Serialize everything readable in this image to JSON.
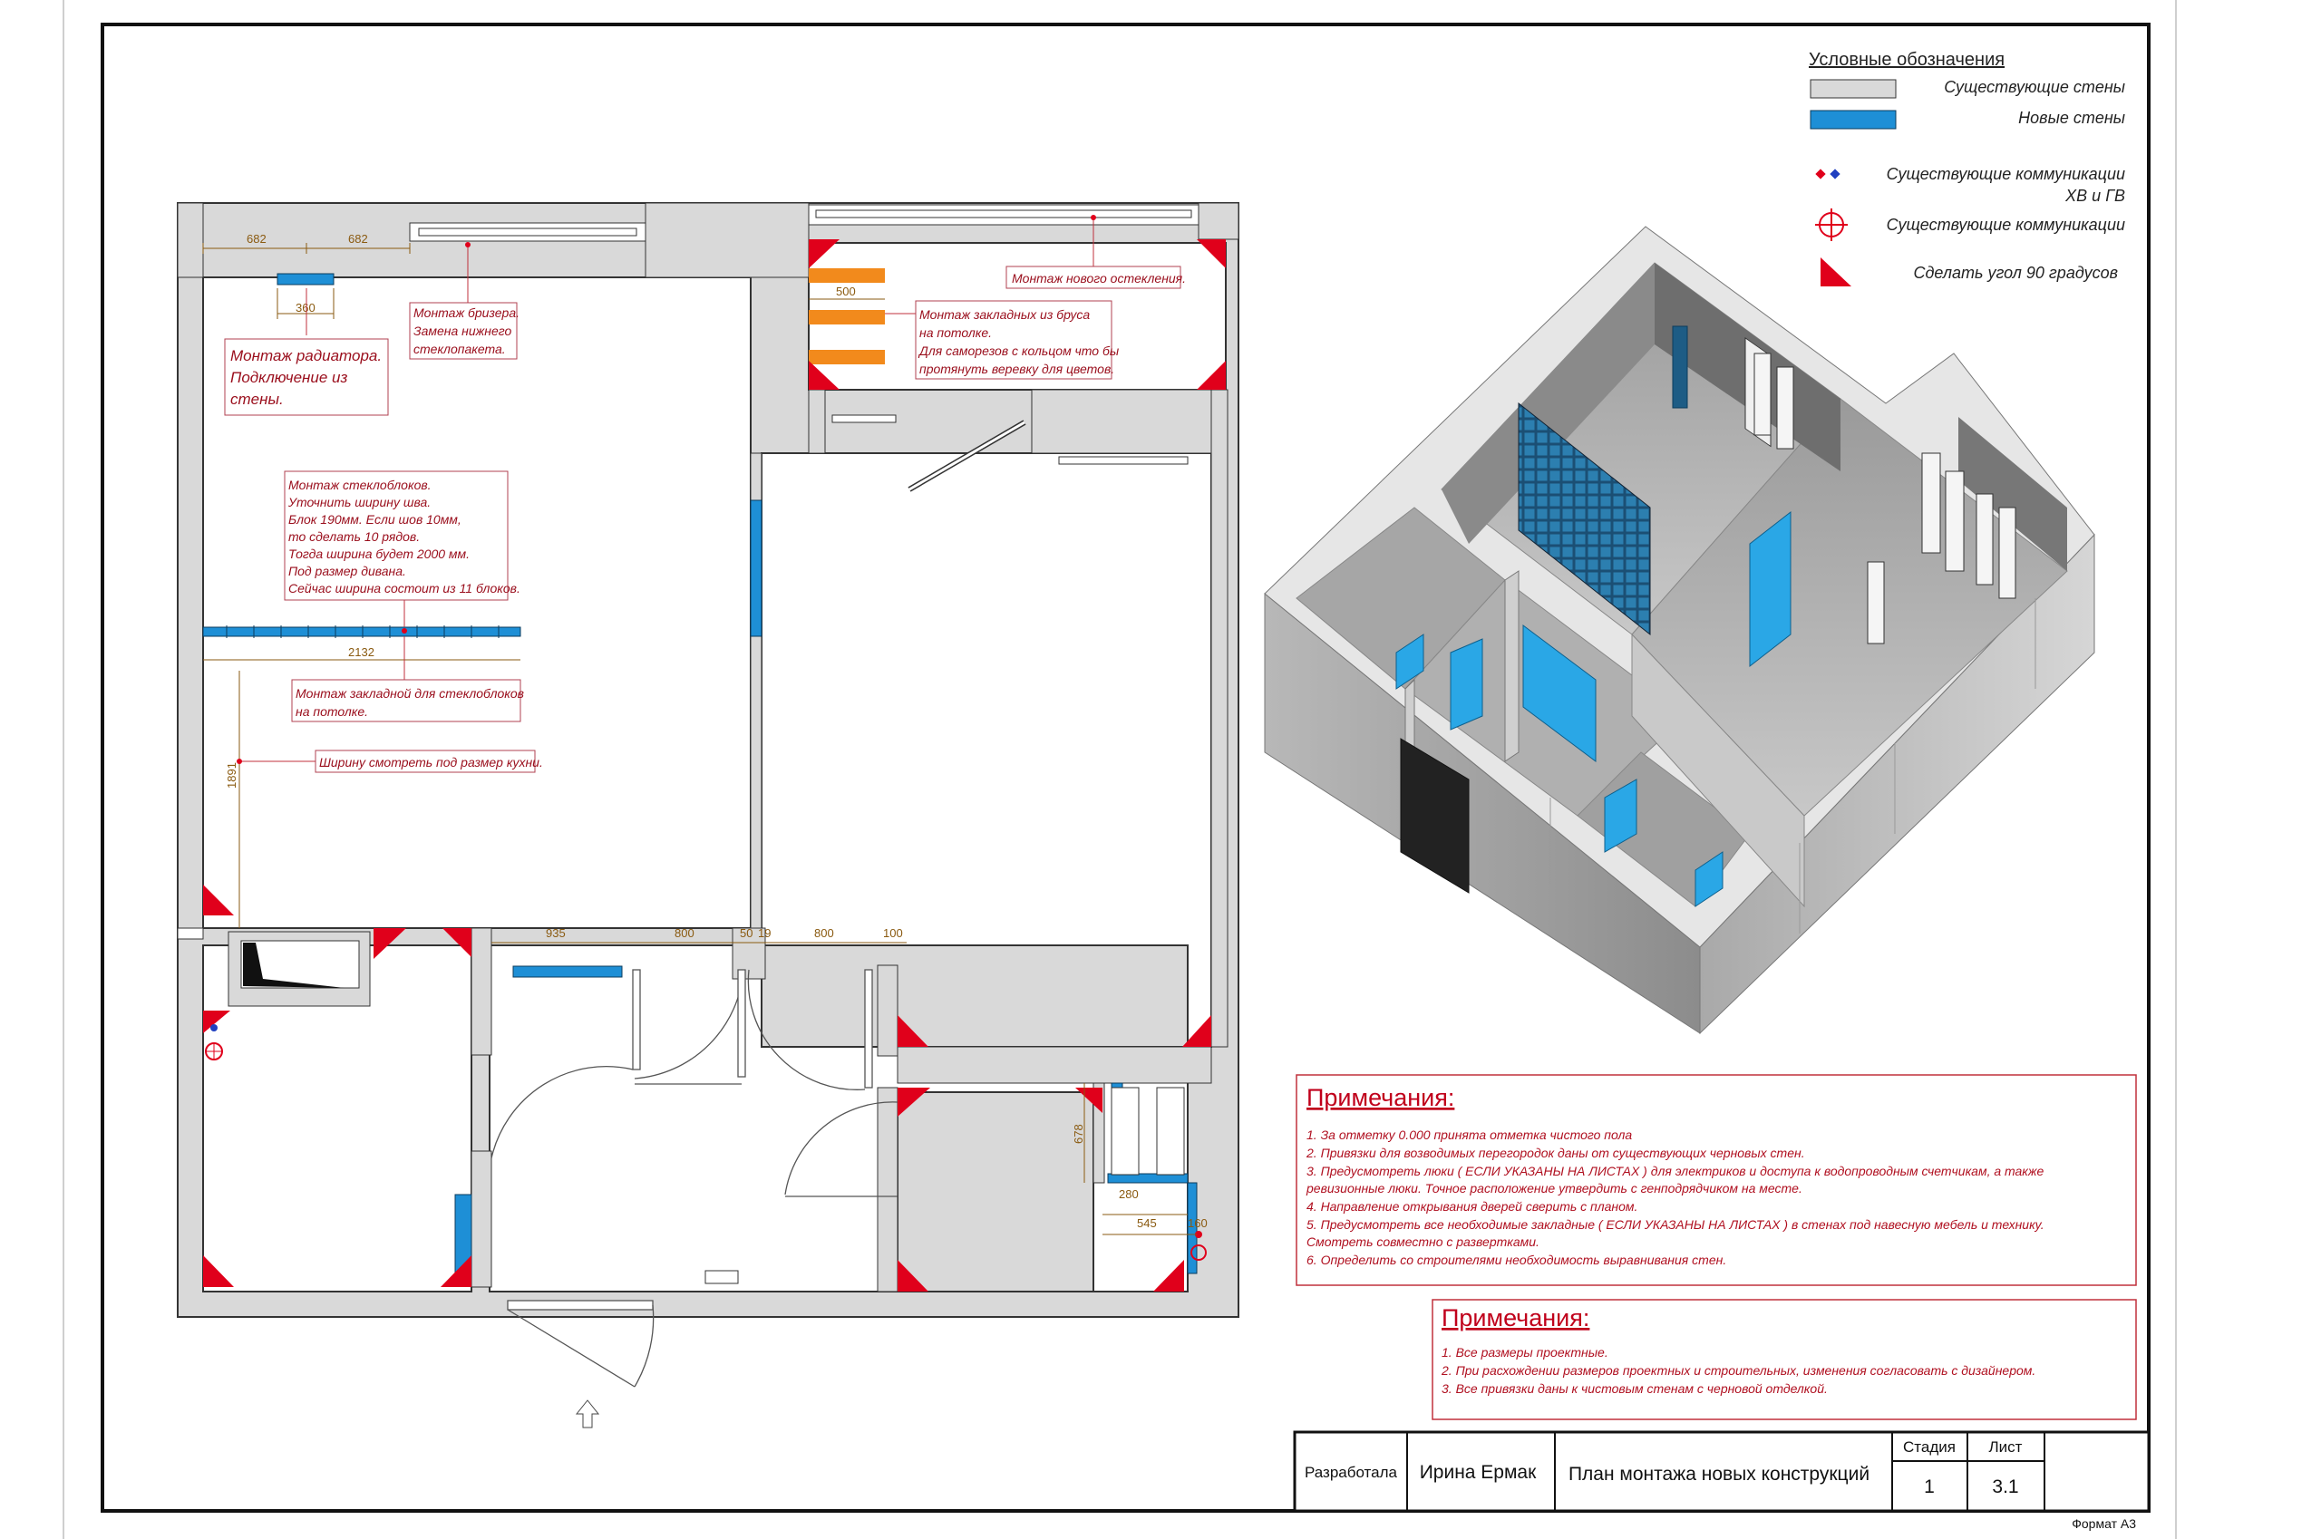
{
  "legend": {
    "title": "Условные обозначения",
    "items": [
      {
        "label": "Существующие стены"
      },
      {
        "label": "Новые стены"
      },
      {
        "label": "Существующие коммуникации",
        "label2": "ХВ и ГВ"
      },
      {
        "label": "Существующие коммуникации"
      },
      {
        "label": "Сделать угол 90 градусов"
      }
    ]
  },
  "annotations": {
    "radiator": [
      "Монтаж радиатора.",
      "Подключение из",
      "стены."
    ],
    "breezer": [
      "Монтаж бризера.",
      "Замена нижнего",
      "стеклопакета."
    ],
    "glazing": "Монтаж нового остекления.",
    "beams": [
      "Монтаж закладных из бруса",
      "на потолке.",
      "Для саморезов с кольцом что бы",
      "протянуть веревку для цветов."
    ],
    "glassblocks": [
      "Монтаж стеклоблоков.",
      "Уточнить ширину шва.",
      "Блок 190мм. Если шов 10мм,",
      "то сделать 10 рядов.",
      "Тогда ширина будет 2000 мм.",
      "Под размер дивана.",
      "Сейчас ширина состоит из 11 блоков."
    ],
    "embedded": [
      "Монтаж закладной для стеклоблоков",
      "на потолке."
    ],
    "width_kitchen": "Ширину смотреть под размер кухни."
  },
  "dimensions": {
    "d682a": "682",
    "d682b": "682",
    "d360": "360",
    "d500": "500",
    "d2132": "2132",
    "d1891": "1891",
    "d935": "935",
    "d800a": "800",
    "d50": "50",
    "d19": "19",
    "d800b": "800",
    "d100": "100",
    "d678": "678",
    "d280": "280",
    "d545": "545",
    "d160": "160"
  },
  "notes1": {
    "title": "Примечания:",
    "lines": [
      "1.   За отметку 0.000 принята отметка чистого пола",
      "2.   Привязки для возводимых перегородок даны от существующих черновых стен.",
      "3.   Предусмотреть люки ( ЕСЛИ УКАЗАНЫ НА ЛИСТАХ ) для электриков и доступа к водопроводным счетчикам, а также",
      "       ревизионные люки. Точное расположение утвердить с генподрядчиком на месте.",
      "4.   Направление открывания дверей сверить с планом.",
      "5.   Предусмотреть все необходимые закладные ( ЕСЛИ УКАЗАНЫ НА ЛИСТАХ ) в стенах под навесную мебель и технику.",
      "       Смотреть совместно с развертками.",
      "6.   Определить со строителями необходимость выравнивания стен."
    ]
  },
  "notes2": {
    "title": "Примечания:",
    "lines": [
      "1.   Все размеры проектные.",
      "2.   При расхождении размеров проектных и строительных, изменения согласовать с дизайнером.",
      "3.   Все привязки даны к чистовым стенам с черновой отделкой."
    ]
  },
  "title_block": {
    "developed_label": "Разработала",
    "author": "Ирина Ермак",
    "sheet_title": "План монтажа новых конструкций",
    "stage_label": "Стадия",
    "stage": "1",
    "sheet_label": "Лист",
    "sheet": "3.1",
    "format": "Формат А3"
  },
  "colors": {
    "existing_wall": "#d9d9d9",
    "new_wall": "#1e8fd6",
    "accent_red": "#e0001b",
    "annotation_red": "#9a0e1c",
    "dimension": "#8a5a10",
    "orange_beam": "#f28a1c"
  },
  "icons": {
    "communications_cw_hw": "red-blue-diamond-icon",
    "communications": "crosshair-circle-icon",
    "right_angle": "red-triangle-icon"
  }
}
